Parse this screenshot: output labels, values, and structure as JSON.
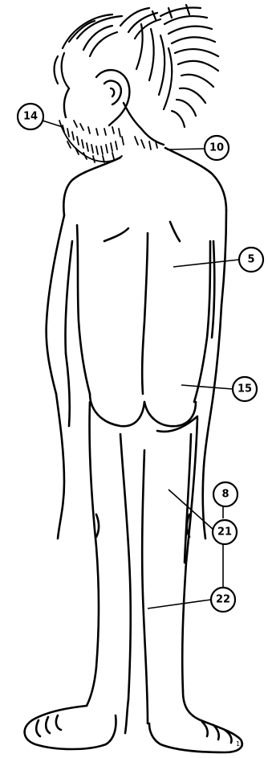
{
  "callouts": {
    "c14": "14",
    "c10": "10",
    "c5": "5",
    "c15": "15",
    "c8": "8",
    "c21": "21",
    "c22": "22"
  },
  "corner_mark": "1"
}
